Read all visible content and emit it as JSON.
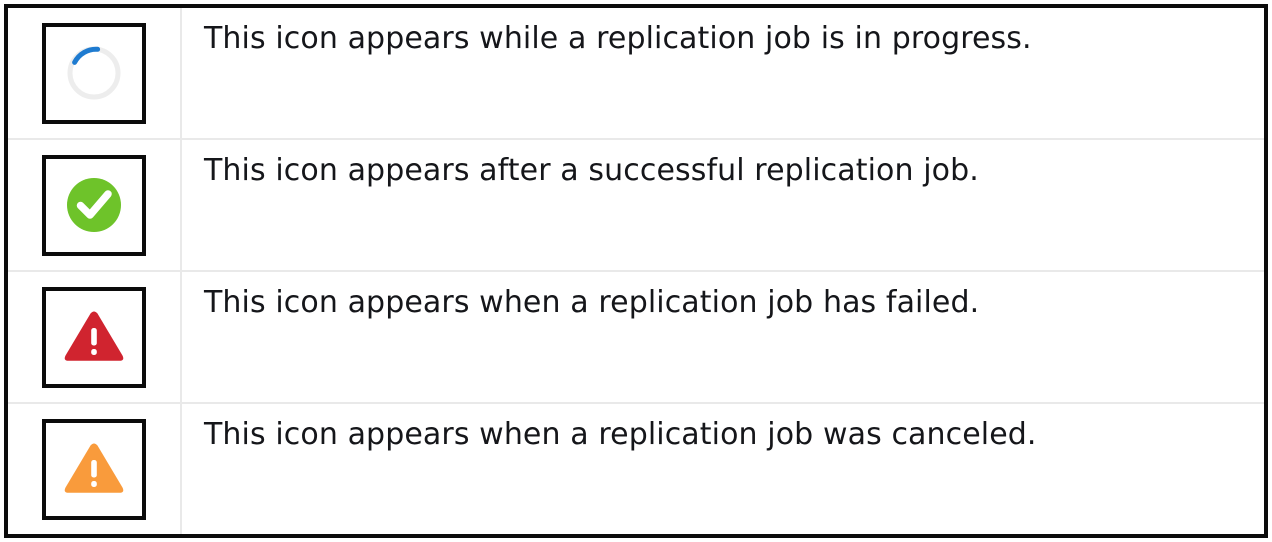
{
  "legend": {
    "rows": [
      {
        "icon_name": "spinner-in-progress-icon",
        "icon_type": "spinner",
        "description": "This icon appears while a replication job is in progress."
      },
      {
        "icon_name": "success-check-icon",
        "icon_type": "check-circle",
        "description": "This icon appears after a successful replication job."
      },
      {
        "icon_name": "error-warning-triangle-icon",
        "icon_type": "warning-triangle",
        "description": "This icon appears when a replication job has failed."
      },
      {
        "icon_name": "canceled-warning-triangle-icon",
        "icon_type": "warning-triangle",
        "description": "This icon appears when a replication job was canceled."
      }
    ]
  },
  "colors": {
    "spinner_arc": "#1e7bd0",
    "spinner_track": "#ededed",
    "success_green": "#6ec32a",
    "error_red": "#d0242f",
    "canceled_orange": "#f99b3c",
    "border_black": "#0b0b0b",
    "divider_gray": "#e9e9e9",
    "text": "#15161a"
  }
}
